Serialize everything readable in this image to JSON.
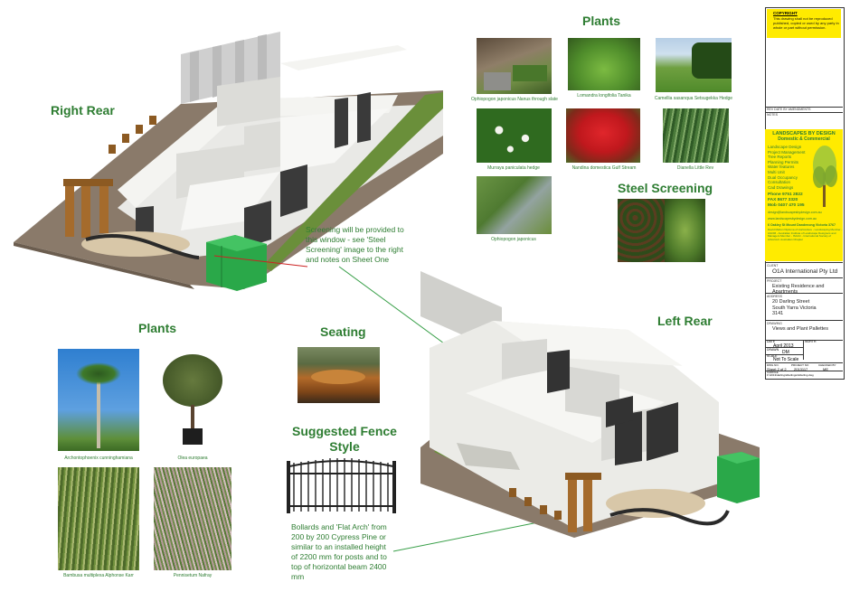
{
  "headings": {
    "right_rear": "Right Rear",
    "plants_top": "Plants",
    "steel_screening": "Steel Screening",
    "left_rear": "Left Rear",
    "plants_left": "Plants",
    "seating": "Seating",
    "suggested_fence": "Suggested Fence Style"
  },
  "notes": {
    "screening": "Screening will be provided to this window - see 'Steel Screening' image to the right and notes on Sheet One",
    "bollards": "Bollards and 'Flat Arch' from 200 by 200 Cypress Pine or similar to an installed height of 2200 mm for posts and to top of horizontal beam 2400 mm"
  },
  "plants_top": [
    "Ophiopogon japonicus Nanus through slate",
    "Lomandra longifolia Tanika",
    "Camellia sasanqua Setsugekka Hedge",
    "Murraya paniculata hedge",
    "Nandina domestica Gulf Stream",
    "Dianella Little Rev",
    "Ophiopogon japonicus"
  ],
  "plants_left": [
    "Archontophoenix cunninghamiana",
    "Olea europaea",
    "Bambusa multiplexa Alphonse Karr",
    "Pennisetum Nafray"
  ],
  "title_block": {
    "copyright_title": "COPYRIGHT",
    "copyright_text": "This drawing shall not be reproduced published, copied or used by any party in whole or part without permission.",
    "rev_header": "REV  DATE  BY  AMENDMENTS",
    "notes_label": "NOTES",
    "firm_name": "LANDSCAPES BY DESIGN",
    "firm_sub": "Domestic & Commercial",
    "services": [
      "Landscape Design",
      "Project Management",
      "Tree Reports",
      "Planning Permits",
      "Water features",
      "Multi Unit",
      "Dual Occupancy",
      "Consultation",
      "Cad Drawings"
    ],
    "phone": "Phone  9751 2822",
    "fax": "FAX     8677 3320",
    "mob": "Mob 0407 470 195",
    "email": "design@landscapesbydesign.com.au",
    "web": "www.landscapesbydesign.com.au",
    "address": "6 Oakley St  Mount Dandenong  Victoria 3767",
    "credentials": "David Mahon  Diploma of Horticulture - Landscaping  Member - AILDM - Australian Institute of Landscape Designers and Managers  Member - ISAAC - International Society of Arboricult. Australian Chapter",
    "client_label": "CLIENT",
    "client": "O1A International Pty Ltd",
    "project_label": "PROJECT",
    "project": "Existing Residence and Apartments",
    "address_label": "ADDRESS",
    "site_address": "20 Darling Street  South Yarra  Victoria  3141",
    "drawing_label": "DRAWING",
    "drawing": "Views and Plant Pallettes",
    "date_label": "DATE",
    "date": "April 2013",
    "north_label": "NORTH",
    "drawn_label": "DRAWN",
    "drawn": "DM",
    "scale_label": "SCALE",
    "scale": "Not To Scale",
    "dwg_label": "DWG NO.",
    "dwg": "Sheet 2 of 2",
    "projno_label": "PROJECT NO",
    "projno": "2013117",
    "checked_label": "CHECKED BY",
    "checked": "ME",
    "cadfile_label": "CADFILE",
    "cadfile": "F:\\2013\\darling\\2darlingst\\2darling.dwg"
  }
}
